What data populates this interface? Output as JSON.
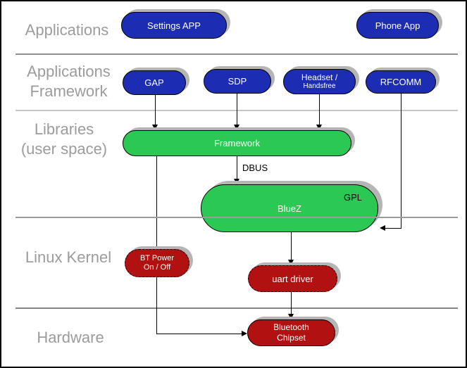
{
  "diagram": {
    "layers": {
      "applications": "Applications",
      "app_framework_line1": "Applications",
      "app_framework_line2": "Framework",
      "libraries_line1": "Libraries",
      "libraries_line2": "(user space)",
      "linux_kernel": "Linux Kernel",
      "hardware": "Hardware"
    },
    "nodes": {
      "settings_app": {
        "label": "Settings APP"
      },
      "phone_app": {
        "label": "Phone App"
      },
      "gap": {
        "label": "GAP"
      },
      "sdp": {
        "label": "SDP"
      },
      "headset": {
        "line1": "Headset /",
        "line2": "Handsfree"
      },
      "rfcomm": {
        "label": "RFCOMM"
      },
      "framework": {
        "label": "Framework"
      },
      "bluez": {
        "label": "BlueZ",
        "badge": "GPL"
      },
      "bt_power": {
        "line1": "BT Power",
        "line2": "On / Off"
      },
      "uart_driver": {
        "label": "uart driver"
      },
      "bt_chipset": {
        "line1": "Bluetooth",
        "line2": "Chipset"
      }
    },
    "edge_labels": {
      "dbus": "DBUS"
    },
    "colors": {
      "app_blue": "#1c2db4",
      "lib_green": "#2bc853",
      "kernel_red": "#b11111",
      "layer_label_gray": "#9c9c9c"
    }
  }
}
